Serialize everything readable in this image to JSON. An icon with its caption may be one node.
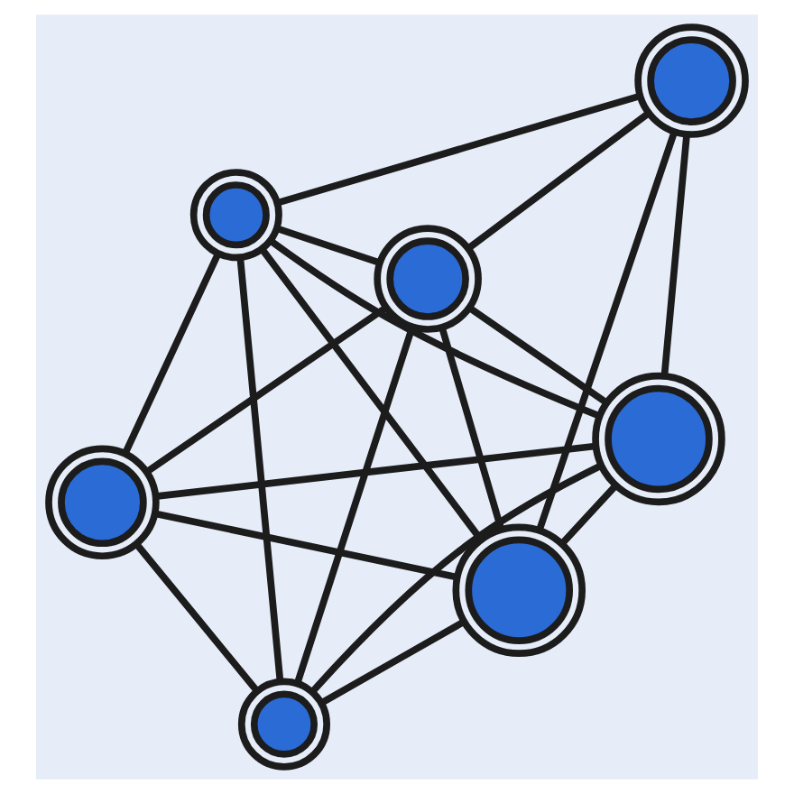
{
  "diagram": {
    "nodes": [
      {
        "text": [],
        "shape": "circle"
      },
      {
        "text": [],
        "shape": "circle"
      },
      {
        "text": [],
        "shape": "circle"
      },
      {
        "text": [],
        "shape": "circle"
      },
      {
        "text": [],
        "shape": "circle"
      },
      {
        "text": [],
        "shape": "circle"
      },
      {
        "text": [],
        "shape": "circle"
      }
    ],
    "edges": [
      {
        "from": 0,
        "to": 2,
        "arrow": "none"
      },
      {
        "from": 0,
        "to": 1,
        "arrow": "none"
      },
      {
        "from": 0,
        "to": 4,
        "arrow": "none"
      },
      {
        "from": 0,
        "to": 5,
        "arrow": "none"
      },
      {
        "from": 0,
        "to": 6,
        "arrow": "none"
      },
      {
        "from": 2,
        "to": 3,
        "arrow": "none"
      },
      {
        "from": 2,
        "to": 1,
        "arrow": "none"
      },
      {
        "from": 2,
        "to": 4,
        "arrow": "none"
      },
      {
        "from": 2,
        "to": 5,
        "arrow": "none"
      },
      {
        "from": 2,
        "to": 6,
        "arrow": "none"
      },
      {
        "from": 3,
        "to": 1,
        "arrow": "none"
      },
      {
        "from": 3,
        "to": 4,
        "arrow": "none"
      },
      {
        "from": 3,
        "to": 5,
        "arrow": "none"
      },
      {
        "from": 1,
        "to": 4,
        "arrow": "none"
      },
      {
        "from": 1,
        "to": 5,
        "arrow": "none"
      },
      {
        "from": 1,
        "to": 6,
        "arrow": "none"
      },
      {
        "from": 4,
        "to": 5,
        "arrow": "none"
      },
      {
        "from": 4,
        "to": 6,
        "arrow": "none"
      },
      {
        "from": 5,
        "to": 6,
        "arrow": "none"
      }
    ]
  }
}
